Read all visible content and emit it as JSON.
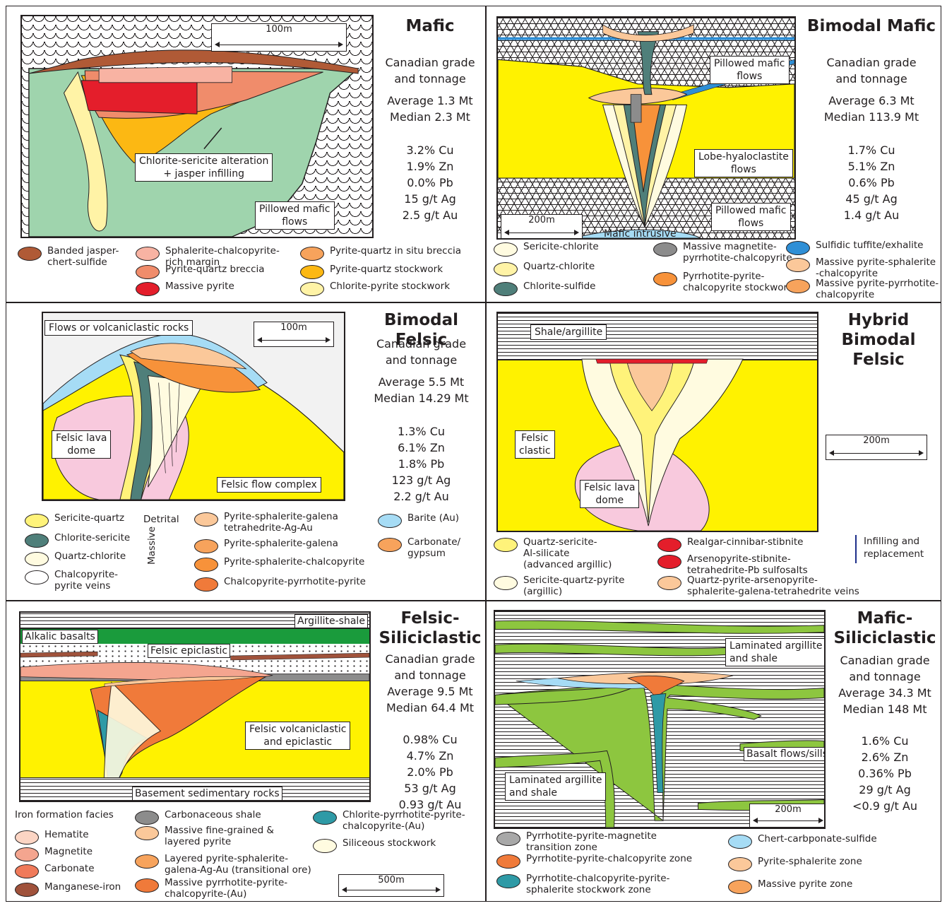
{
  "colors": {
    "yellow": "#fff200",
    "pale_yellow": "#fff3a6",
    "cream": "#fffbe0",
    "green": "#9fd4ad",
    "teal": "#4f7f7a",
    "peach": "#fbc89a",
    "orange": "#f7923a",
    "red": "#e41e2b",
    "brown": "#b05a36",
    "salmon": "#f08c6b",
    "pink": "#f8c9dd",
    "blue": "#5aa6e0",
    "light_blue": "#a6dcf5",
    "grey": "#8c8c8c",
    "lime": "#8dc63f",
    "dark_green": "#1a9b3c"
  },
  "mafic": {
    "title": "Mafic",
    "grade_title_1": "Canadian grade",
    "grade_title_2": "and tonnage",
    "average": "Average 1.3 Mt",
    "median": "Median 2.3 Mt",
    "cu": "3.2% Cu",
    "zn": "1.9% Zn",
    "pb": "0.0% Pb",
    "ag": "15 g/t Ag",
    "au": "2.5 g/t Au",
    "scale": "100m",
    "label_alteration_1": "Chlorite-sericite alteration",
    "label_alteration_2": "+ jasper infilling",
    "label_flows_1": "Pillowed mafic",
    "label_flows_2": "flows",
    "legend": [
      {
        "line1": "Banded jasper-",
        "line2": "chert-sulfide",
        "color": "#b05a36"
      },
      {
        "line1": "Sphalerite-chalcopyrite-",
        "line2": "rich margin",
        "color": "#f8b3a3"
      },
      {
        "line1": "Pyrite-quartz breccia",
        "line2": "",
        "color": "#f08c6b"
      },
      {
        "line1": "Massive pyrite",
        "line2": "",
        "color": "#e41e2b"
      },
      {
        "line1": "Pyrite-quartz in situ breccia",
        "line2": "",
        "color": "#f7a35c"
      },
      {
        "line1": "Pyrite-quartz stockwork",
        "line2": "",
        "color": "#fcb813"
      },
      {
        "line1": "Chlorite-pyrite stockwork",
        "line2": "",
        "color": "#fff3a6"
      }
    ]
  },
  "bimodal_mafic": {
    "title": "Bimodal Mafic",
    "grade_title_1": "Canadian grade",
    "grade_title_2": "and tonnage",
    "average": "Average 6.3 Mt",
    "median": "Median 113.9 Mt",
    "cu": "1.7% Cu",
    "zn": "5.1% Zn",
    "pb": "0.6% Pb",
    "ag": "45 g/t Ag",
    "au": "1.4 g/t Au",
    "scale": "200m",
    "label_pillowed_top_1": "Pillowed mafic",
    "label_pillowed_top_2": "flows",
    "label_lobe_1": "Lobe-hyaloclastite",
    "label_lobe_2": "flows",
    "label_pillowed_bot_1": "Pillowed mafic",
    "label_pillowed_bot_2": "flows",
    "label_intrusive": "Mafic intrusive",
    "legend": [
      {
        "line1": "Sericite-chlorite",
        "line2": "",
        "color": "#fffbe0"
      },
      {
        "line1": "Quartz-chlorite",
        "line2": "",
        "color": "#fff3a6"
      },
      {
        "line1": "Chlorite-sulfide",
        "line2": "",
        "color": "#4f7f7a"
      },
      {
        "line1": "Massive magnetite-",
        "line2": "pyrrhotite-chalcopyrite",
        "color": "#8c8c8c"
      },
      {
        "line1": "Pyrrhotite-pyrite-",
        "line2": "chalcopyrite stockwork",
        "color": "#f7923a"
      },
      {
        "line1": "Sulfidic tuffite/exhalite",
        "line2": "",
        "color": "#2f8fd6"
      },
      {
        "line1": "Massive pyrite-sphalerite",
        "line2": "-chalcopyrite",
        "color": "#fbc89a"
      },
      {
        "line1": "Massive pyrite-pyrrhotite-",
        "line2": "chalcopyrite",
        "color": "#f7a35c"
      }
    ]
  },
  "bimodal_felsic": {
    "title": "Bimodal Felsic",
    "grade_title_1": "Canadian grade",
    "grade_title_2": "and tonnage",
    "average": "Average 5.5 Mt",
    "median": "Median 14.29 Mt",
    "cu": "1.3% Cu",
    "zn": "6.1% Zn",
    "pb": "1.8% Pb",
    "ag": "123 g/t Ag",
    "au": "2.2 g/t Au",
    "scale": "100m",
    "label_flows": "Flows or volcaniclastic rocks",
    "label_dome_1": "Felsic lava",
    "label_dome_2": "dome",
    "label_complex": "Felsic flow complex",
    "detrital": "Detrital",
    "massive": "Massive",
    "legend": [
      {
        "line1": "Sericite-quartz",
        "line2": "",
        "color": "#fff37a"
      },
      {
        "line1": "Chlorite-sericite",
        "line2": "",
        "color": "#4f7f7a"
      },
      {
        "line1": "Quartz-chlorite",
        "line2": "",
        "color": "#fffbe0"
      },
      {
        "line1": "Chalcopyrite-",
        "line2": "pyrite veins",
        "color": "#ffffff"
      },
      {
        "line1": "Pyrite-sphalerite-galena",
        "line2": "tetrahedrite-Ag-Au",
        "color": "#fbc89a"
      },
      {
        "line1": "Pyrite-sphalerite-galena",
        "line2": "",
        "color": "#f7a35c"
      },
      {
        "line1": "Pyrite-sphalerite-chalcopyrite",
        "line2": "",
        "color": "#f7923a"
      },
      {
        "line1": "Chalcopyrite-pyrrhotite-pyrite",
        "line2": "",
        "color": "#f07a3a"
      },
      {
        "line1": "Barite (Au)",
        "line2": "",
        "color": "#a6dcf5"
      },
      {
        "line1": "Carbonate/",
        "line2": "gypsum",
        "color": "#f7a35c"
      }
    ]
  },
  "hybrid": {
    "title_1": "Hybrid",
    "title_2": "Bimodal Felsic",
    "scale": "200m",
    "label_shale": "Shale/argillite",
    "label_clastic_1": "Felsic",
    "label_clastic_2": "clastic",
    "label_dome_1": "Felsic lava",
    "label_dome_2": "dome",
    "infilling_1": "Infilling and",
    "infilling_2": "replacement",
    "legend": [
      {
        "line1": "Quartz-sericite-",
        "line2": "Al-silicate",
        "line3": "(advanced argillic)",
        "color": "#fff37a"
      },
      {
        "line1": "Sericite-quartz-pyrite",
        "line2": "(argillic)",
        "line3": "",
        "color": "#fffbe0"
      },
      {
        "line1": "Realgar-cinnibar-stibnite",
        "line2": "",
        "line3": "",
        "color": "#e41e2b"
      },
      {
        "line1": "Arsenopyrite-stibnite-",
        "line2": "tetrahedrite-Pb sulfosalts",
        "line3": "",
        "color": "#e41e2b"
      },
      {
        "line1": "Quartz-pyrite-arsenopyrite-",
        "line2": "sphalerite-galena-tetrahedrite veins",
        "line3": "",
        "color": "#fbc89a"
      }
    ]
  },
  "felsic_sil": {
    "title_1": "Felsic-",
    "title_2": "Siliciclastic",
    "grade_title_1": "Canadian grade",
    "grade_title_2": "and tonnage",
    "average": "Average 9.5 Mt",
    "median": "Median 64.4 Mt",
    "cu": "0.98% Cu",
    "zn": "4.7% Zn",
    "pb": "2.0% Pb",
    "ag": "53 g/t Ag",
    "au": "0.93 g/t Au",
    "scale": "500m",
    "label_argillite": "Argillite-shale",
    "label_alkalic": "Alkalic basalts",
    "label_epiclastic": "Felsic epiclastic",
    "label_volc_1": "Felsic volcaniclastic",
    "label_volc_2": "and epiclastic",
    "label_basement": "Basement sedimentary rocks",
    "iron_heading": "Iron formation facies",
    "legend": [
      {
        "line1": "Hematite",
        "line2": "",
        "color": "#fcd5c4"
      },
      {
        "line1": "Magnetite",
        "line2": "",
        "color": "#f4a58f"
      },
      {
        "line1": "Carbonate",
        "line2": "",
        "color": "#f07a5a"
      },
      {
        "line1": "Manganese-iron",
        "line2": "",
        "color": "#a0523b"
      },
      {
        "line1": "Carbonaceous shale",
        "line2": "",
        "color": "#8c8c8c"
      },
      {
        "line1": "Massive fine-grained &",
        "line2": "layered pyrite",
        "color": "#fbc89a"
      },
      {
        "line1": "Layered pyrite-sphalerite-",
        "line2": "galena-Ag-Au (transitional ore)",
        "color": "#f7a35c"
      },
      {
        "line1": "Massive pyrrhotite-pyrite-",
        "line2": "chalcopyrite-(Au)",
        "color": "#f07a3a"
      },
      {
        "line1": "Chlorite-pyrrhotite-pyrite-",
        "line2": "chalcopyrite-(Au)",
        "color": "#2e9aa6"
      },
      {
        "line1": "Siliceous stockwork",
        "line2": "",
        "color": "#fffbe0"
      }
    ]
  },
  "mafic_sil": {
    "title_1": "Mafic-",
    "title_2": "Siliciclastic",
    "grade_title_1": "Canadian grade",
    "grade_title_2": "and tonnage",
    "average": "Average 34.3 Mt",
    "median": "Median 148 Mt",
    "cu": "1.6% Cu",
    "zn": "2.6% Zn",
    "pb": "0.36% Pb",
    "ag": "29 g/t Ag",
    "au": "<0.9 g/t Au",
    "scale": "200m",
    "label_lam_top_1": "Laminated argillite",
    "label_lam_top_2": "and shale",
    "label_basalt": "Basalt flows/sills",
    "label_lam_bot_1": "Laminated argillite",
    "label_lam_bot_2": "and shale",
    "legend": [
      {
        "line1": "Pyrrhotite-pyrite-magnetite",
        "line2": "transition zone",
        "color": "#a8a8a8"
      },
      {
        "line1": "Pyrrhotite-pyrite-chalcopyrite zone",
        "line2": "",
        "color": "#f07a3a"
      },
      {
        "line1": "Pyrrhotite-chalcopyrite-pyrite-",
        "line2": "sphalerite stockwork zone",
        "color": "#2e9aa6"
      },
      {
        "line1": "Chert-carbponate-sulfide",
        "line2": "",
        "color": "#a6dcf5"
      },
      {
        "line1": "Pyrite-sphalerite zone",
        "line2": "",
        "color": "#fbc89a"
      },
      {
        "line1": "Massive pyrite zone",
        "line2": "",
        "color": "#f7a35c"
      }
    ]
  }
}
